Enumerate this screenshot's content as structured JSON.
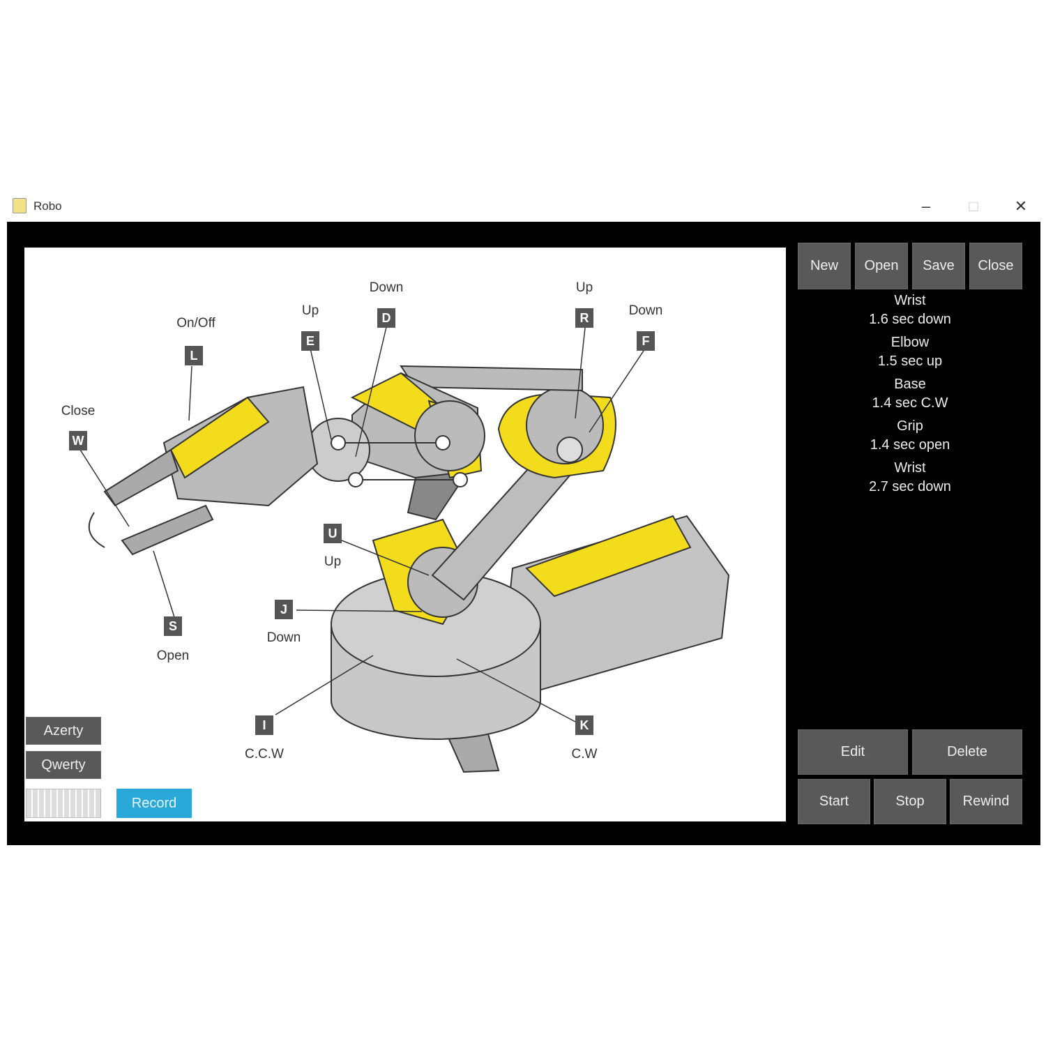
{
  "window": {
    "title": "Robo",
    "minimize": "–",
    "maximize": "□",
    "close": "✕"
  },
  "file_buttons": {
    "new": "New",
    "open": "Open",
    "save": "Save",
    "close": "Close"
  },
  "log": [
    {
      "joint": "Wrist",
      "action": "1.6 sec down"
    },
    {
      "joint": "Elbow",
      "action": "1.5 sec up"
    },
    {
      "joint": "Base",
      "action": "1.4 sec C.W"
    },
    {
      "joint": "Grip",
      "action": "1.4 sec open"
    },
    {
      "joint": "Wrist",
      "action": "2.7 sec down"
    }
  ],
  "playback": {
    "edit": "Edit",
    "delete": "Delete",
    "start": "Start",
    "stop": "Stop",
    "rewind": "Rewind"
  },
  "layout_buttons": {
    "azerty": "Azerty",
    "qwerty": "Qwerty",
    "record": "Record"
  },
  "diagram": {
    "light": {
      "key": "L",
      "label": "On/Off"
    },
    "wrist_up": {
      "key": "E",
      "label": "Up"
    },
    "wrist_down": {
      "key": "D",
      "label": "Down"
    },
    "elbow_up": {
      "key": "R",
      "label": "Up"
    },
    "elbow_down": {
      "key": "F",
      "label": "Down"
    },
    "grip_close": {
      "key": "W",
      "label": "Close"
    },
    "grip_open": {
      "key": "S",
      "label": "Open"
    },
    "shoulder_up": {
      "key": "U",
      "label": "Up"
    },
    "shoulder_down": {
      "key": "J",
      "label": "Down"
    },
    "base_ccw": {
      "key": "I",
      "label": "C.C.W"
    },
    "base_cw": {
      "key": "K",
      "label": "C.W"
    }
  },
  "colors": {
    "accent": "#2aa8d8",
    "yellow": "#f2dc1c",
    "button": "#595959"
  }
}
